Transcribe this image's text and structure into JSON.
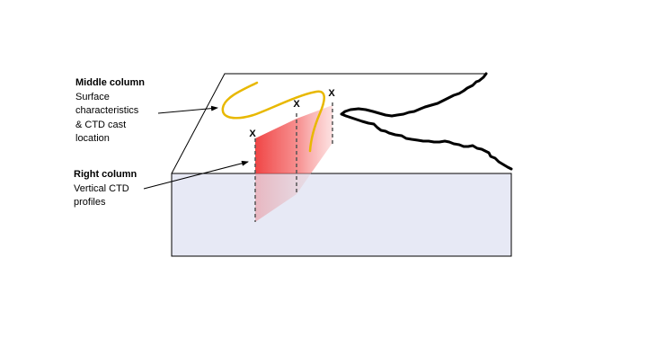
{
  "labels": {
    "middle_column": {
      "title": "Middle column",
      "lines": [
        "Surface",
        "characteristics",
        "& CTD cast",
        "location"
      ]
    },
    "right_column": {
      "title": "Right column",
      "lines": [
        "Vertical CTD",
        "profiles"
      ]
    }
  },
  "cast_markers": [
    "X",
    "X",
    "X"
  ],
  "colors": {
    "ocean_face": "#e7e9f5",
    "track": "#e8b800",
    "profile_fill": "#ef3b3b",
    "coastline": "#000000",
    "outline": "#000000"
  }
}
